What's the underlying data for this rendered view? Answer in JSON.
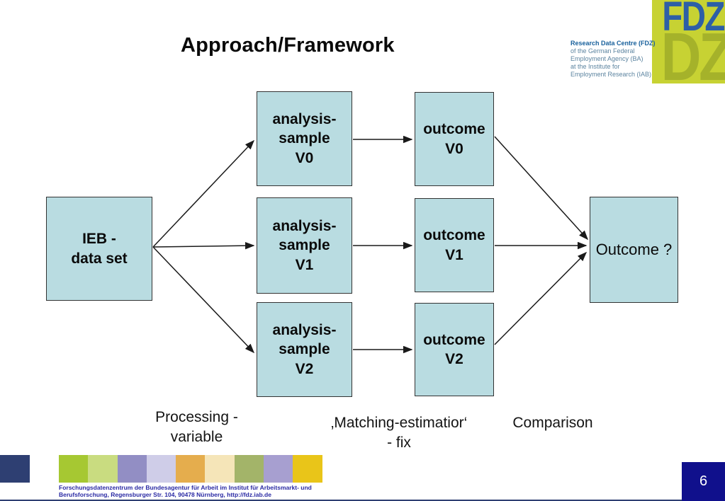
{
  "slide": {
    "title": "Approach/Framework"
  },
  "logo": {
    "acronym": "FDZ",
    "watermark": "DZ",
    "square_color": "#c7d233",
    "org_lines": [
      "Research Data Centre (FDZ)",
      "of the German Federal",
      "Employment Agency (BA)",
      "at the Institute for",
      "Employment Research (IAB)"
    ]
  },
  "diagram": {
    "box_fill": "#b9dce1",
    "nodes": {
      "source": "IEB -\ndata set",
      "analysis_v0": "analysis-\nsample\nV0",
      "analysis_v1": "analysis-\nsample\nV1",
      "analysis_v2": "analysis-\nsample\nV2",
      "outcome_v0": "outcome\nV0",
      "outcome_v1": "outcome\nV1",
      "outcome_v2": "outcome\nV2",
      "final": "Outcome ?"
    },
    "captions": {
      "processing": "Processing -\nvariable",
      "matching": "‚Matching-estimatior‘\n- fix",
      "comparison": "Comparison"
    }
  },
  "footer": {
    "left_square_color": "#2e3f72",
    "strip_colors": [
      "#a6c832",
      "#c9dc80",
      "#928ec4",
      "#cfcde8",
      "#e5ad4d",
      "#f5e5b8",
      "#a3b469",
      "#a79fd0",
      "#e9c519"
    ],
    "address_line1": "Forschungsdatenzentrum der Bundesagentur für Arbeit im Institut für Arbeitsmarkt- und",
    "address_line2": "Berufsforschung, Regensburger Str. 104, 90478 Nürnberg, http://fdz.iab.de",
    "bottom_bar_color": "#2e3f72",
    "page_square_color": "#10108c",
    "page_number": "6"
  }
}
